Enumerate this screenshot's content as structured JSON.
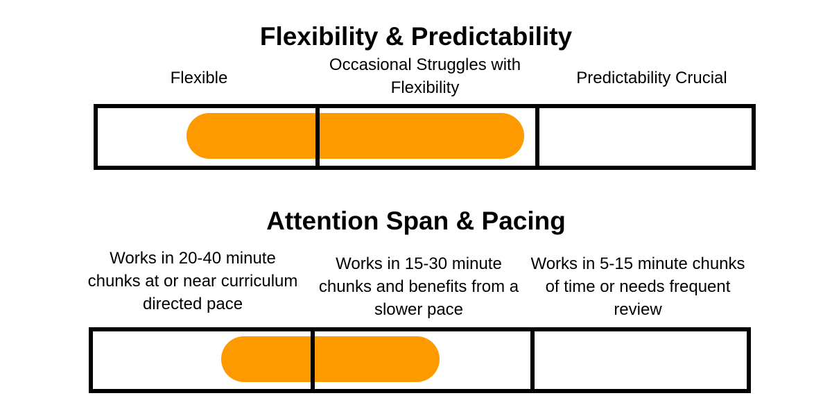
{
  "accent_color": "#FD9A00",
  "scales": [
    {
      "title": "Flexibility & Predictability",
      "labels": [
        "Flexible",
        "Occasional Struggles with Flexibility",
        "Predictability Crucial"
      ],
      "range": {
        "start": 0.14,
        "end": 0.65
      }
    },
    {
      "title": "Attention Span & Pacing",
      "labels": [
        "Works in 20-40 minute chunks at or near curriculum directed pace",
        "Works in 15-30 minute chunks and benefits from a slower pace",
        "Works in 5-15 minute chunks of time or needs frequent review"
      ],
      "range": {
        "start": 0.2,
        "end": 0.53
      }
    }
  ]
}
